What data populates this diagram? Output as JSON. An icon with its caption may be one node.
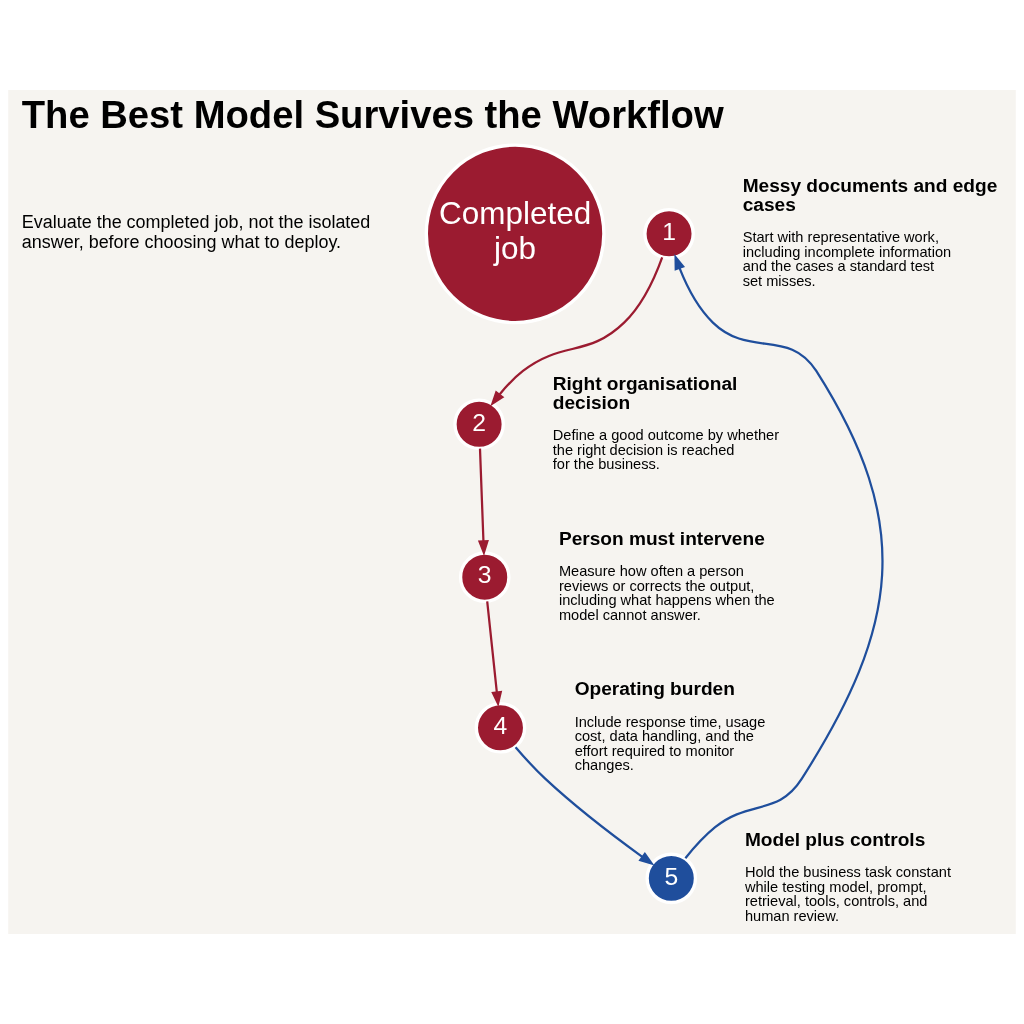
{
  "diagram": {
    "title": "The Best Model Survives the Workflow",
    "nodes": [
      {
        "text": [
          "Completed job"
        ]
      },
      {
        "text": [
          "1"
        ],
        "beside": [
          "Messy documents and edge cases",
          "Start with representative work, including incomplete information and the cases a standard test set misses."
        ]
      },
      {
        "text": [
          "2"
        ],
        "beside": [
          "Right organisational decision",
          "Define a good outcome by whether the right decision is reached for the business."
        ]
      },
      {
        "text": [
          "3"
        ],
        "beside": [
          "Person must intervene",
          "Measure how often a person reviews or corrects the output, including what happens when the model cannot answer."
        ]
      },
      {
        "text": [
          "4"
        ],
        "beside": [
          "Operating burden",
          "Include response time, usage cost, data handling, and the effort required to monitor changes."
        ]
      },
      {
        "text": [
          "5"
        ],
        "beside": [
          "Model plus controls",
          "Hold the business task constant while testing model, prompt, retrieval, tools, controls, and human review."
        ]
      }
    ],
    "edges": [
      {
        "from": 1,
        "to": 2,
        "arrow": "to"
      },
      {
        "from": 2,
        "to": 3,
        "arrow": "to"
      },
      {
        "from": 3,
        "to": 4,
        "arrow": "to"
      },
      {
        "from": 4,
        "to": 5,
        "arrow": "to",
        "color": "#1f4e9c"
      },
      {
        "from": 5,
        "to": 1,
        "arrow": "to",
        "color": "#1f4e9c"
      }
    ],
    "labels": [
      "Evaluate the completed job, not the isolated answer, before choosing what to deploy."
    ]
  }
}
